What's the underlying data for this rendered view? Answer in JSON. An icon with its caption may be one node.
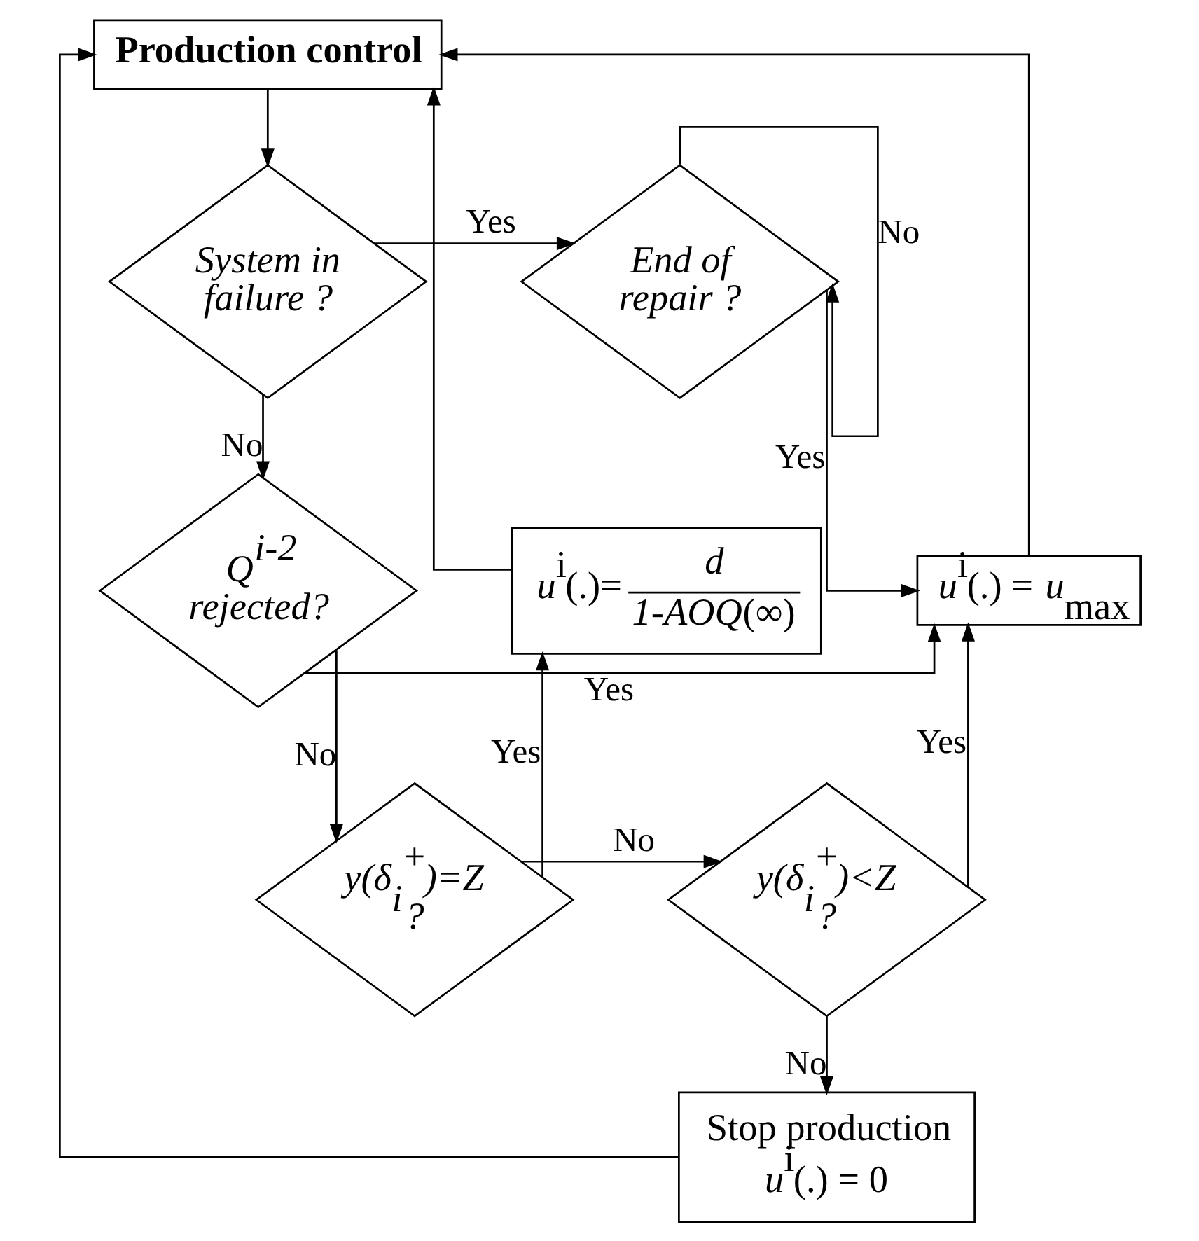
{
  "diagram": {
    "nodes": [
      {
        "text": [
          "Production control"
        ]
      },
      {
        "text": [
          "System in failure ?"
        ]
      },
      {
        "text": [
          "End of repair ?"
        ]
      },
      {
        "text": [
          "Q$^{i-2}$ rejected?"
        ]
      },
      {
        "text": [
          "*u*$^{i}$(.) = *u*$_{max}$"
        ]
      },
      {
        "text": [
          "y(δ$_{i}$$^{+}$)=Z ?"
        ]
      },
      {
        "text": [
          "*u*$^{i}$(.)=",
          "*d*",
          "*1-AOQ*(∞)"
        ]
      },
      {
        "text": [
          "y(δ$_{i}$$^{+}$)<Z ?"
        ]
      },
      {
        "text": [
          "Stop production",
          "*u*$^{i}$(.) = 0"
        ]
      }
    ],
    "edges": [
      {
        "from": 0,
        "to": 1,
        "arrow": "to"
      },
      {
        "from": 1,
        "to": 2,
        "arrow": "to",
        "label": "Yes"
      },
      {
        "from": 2,
        "to": 2,
        "arrow": "to",
        "label": "No"
      },
      {
        "from": 2,
        "to": 4,
        "arrow": "to",
        "label": "Yes"
      },
      {
        "from": 1,
        "to": 3,
        "arrow": "to",
        "label": "No"
      },
      {
        "from": 3,
        "to": 4,
        "arrow": "to",
        "label": "Yes"
      },
      {
        "from": 3,
        "to": 5,
        "arrow": "to",
        "label": "No"
      },
      {
        "from": 5,
        "to": 7,
        "arrow": "to",
        "label": "No"
      },
      {
        "from": 5,
        "to": 6,
        "arrow": "to",
        "label": "Yes"
      },
      {
        "from": 7,
        "to": 4,
        "arrow": "to",
        "label": "Yes"
      },
      {
        "from": 7,
        "to": 8,
        "arrow": "to",
        "label": "No"
      },
      {
        "from": 4,
        "to": 0,
        "arrow": "to"
      },
      {
        "from": 6,
        "to": 0,
        "arrow": "to"
      },
      {
        "from": 8,
        "to": 0,
        "arrow": "to"
      }
    ]
  }
}
